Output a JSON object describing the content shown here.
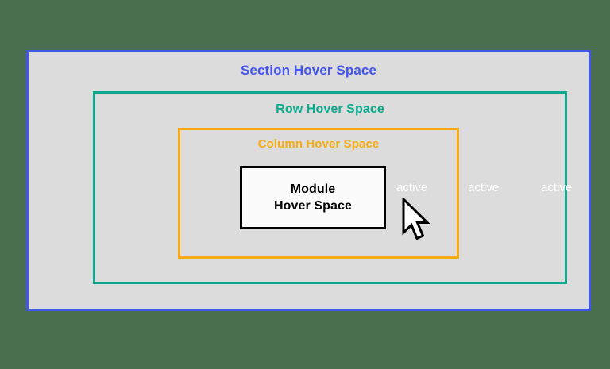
{
  "diagram": {
    "title": "Hover Space Nesting Diagram",
    "background_color": "#4a7050",
    "canvas_color": "#dcdcdc",
    "boxes": [
      {
        "id": "section",
        "label": "Section Hover Space",
        "border_color": "#4455ee",
        "level": 1
      },
      {
        "id": "row",
        "label": "Row Hover Space",
        "border_color": "#0caa8e",
        "level": 2
      },
      {
        "id": "column",
        "label": "Column Hover Space",
        "border_color": "#f5ac13",
        "level": 3
      },
      {
        "id": "module",
        "label_line1": "Module",
        "label_line2": "Hover Space",
        "border_color": "#000000",
        "fill_color": "#fbfbfb",
        "text_color": "#000000",
        "level": 4
      }
    ],
    "active_markers": [
      {
        "id": "active-column",
        "label": "active",
        "color": "#ffffff",
        "belongs_to": "column"
      },
      {
        "id": "active-row",
        "label": "active",
        "color": "#ffffff",
        "belongs_to": "row"
      },
      {
        "id": "active-section",
        "label": "active",
        "color": "#ffffff",
        "belongs_to": "section"
      }
    ],
    "cursor": {
      "icon": "arrow-pointer-icon",
      "fill_color": "#ffffff",
      "outline_color": "#000000"
    }
  }
}
